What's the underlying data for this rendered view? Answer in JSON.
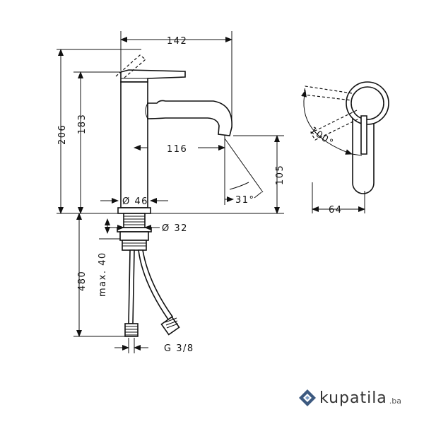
{
  "dimensions": {
    "overall_width": "142",
    "spout_reach": "116",
    "total_height": "206",
    "lever_height": "183",
    "spout_height": "105",
    "body_diameter": "Ø 46",
    "thread_diameter": "Ø 32",
    "supply_length": "480",
    "max_counter": "max. 40",
    "connection": "G 3/8",
    "spout_angle": "31°",
    "lever_angle": "100°",
    "lever_width": "64"
  },
  "brand": {
    "name": "kupatila",
    "tld": ".ba",
    "accent_color": "#3d5a80",
    "icon": "diamond-logo-icon"
  }
}
